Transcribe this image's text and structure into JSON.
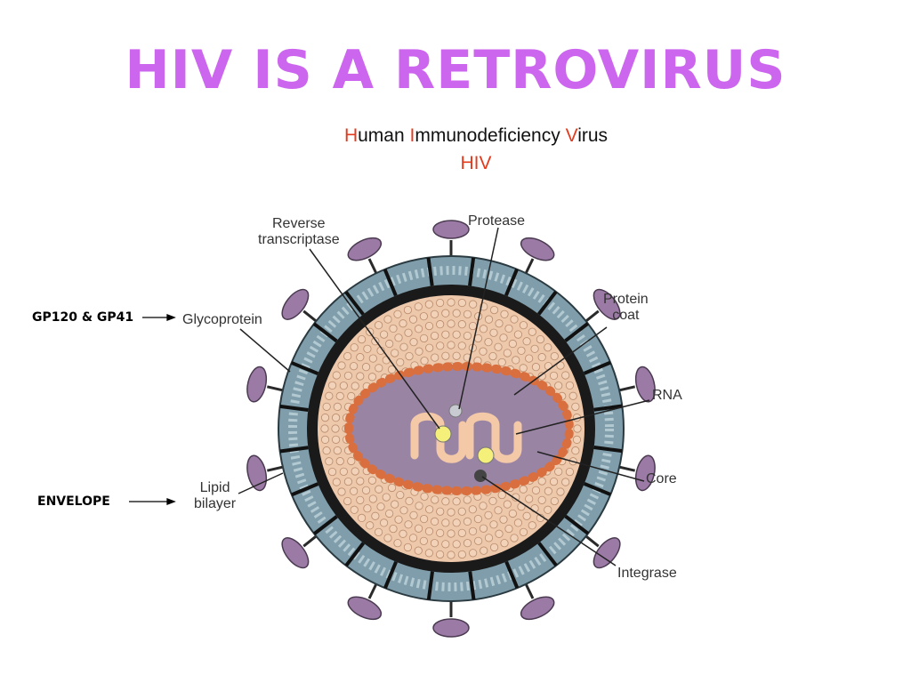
{
  "title": "HIV IS A RETROVIRUS",
  "diagram": {
    "title_parts": [
      {
        "text": "H",
        "highlight": true
      },
      {
        "text": "uman ",
        "highlight": false
      },
      {
        "text": "I",
        "highlight": true
      },
      {
        "text": "mmunodeficiency ",
        "highlight": false
      },
      {
        "text": "V",
        "highlight": true
      },
      {
        "text": "irus",
        "highlight": false
      }
    ],
    "subtitle": "HIV",
    "labels": {
      "reverse_transcriptase_1": "Reverse",
      "reverse_transcriptase_2": "transcriptase",
      "protease": "Protease",
      "protein_coat_1": "Protein",
      "protein_coat_2": "coat",
      "glycoprotein": "Glycoprotein",
      "rna": "RNA",
      "core": "Core",
      "lipid_bilayer_1": "Lipid",
      "lipid_bilayer_2": "bilayer",
      "integrase": "Integrase"
    }
  },
  "annotations": {
    "glycoprotein_note": "GP120 & GP41",
    "envelope_note": "ENVELOPE"
  },
  "colors": {
    "title": "#cc66ee",
    "highlight": "#e23b1e",
    "membrane": "#7f9daa",
    "spike": "#9c7aa6",
    "capsid": "#eec8ab",
    "core": "#9a84a4",
    "rna": "#f3c9a8",
    "enzyme_yellow": "#f4f07a"
  }
}
